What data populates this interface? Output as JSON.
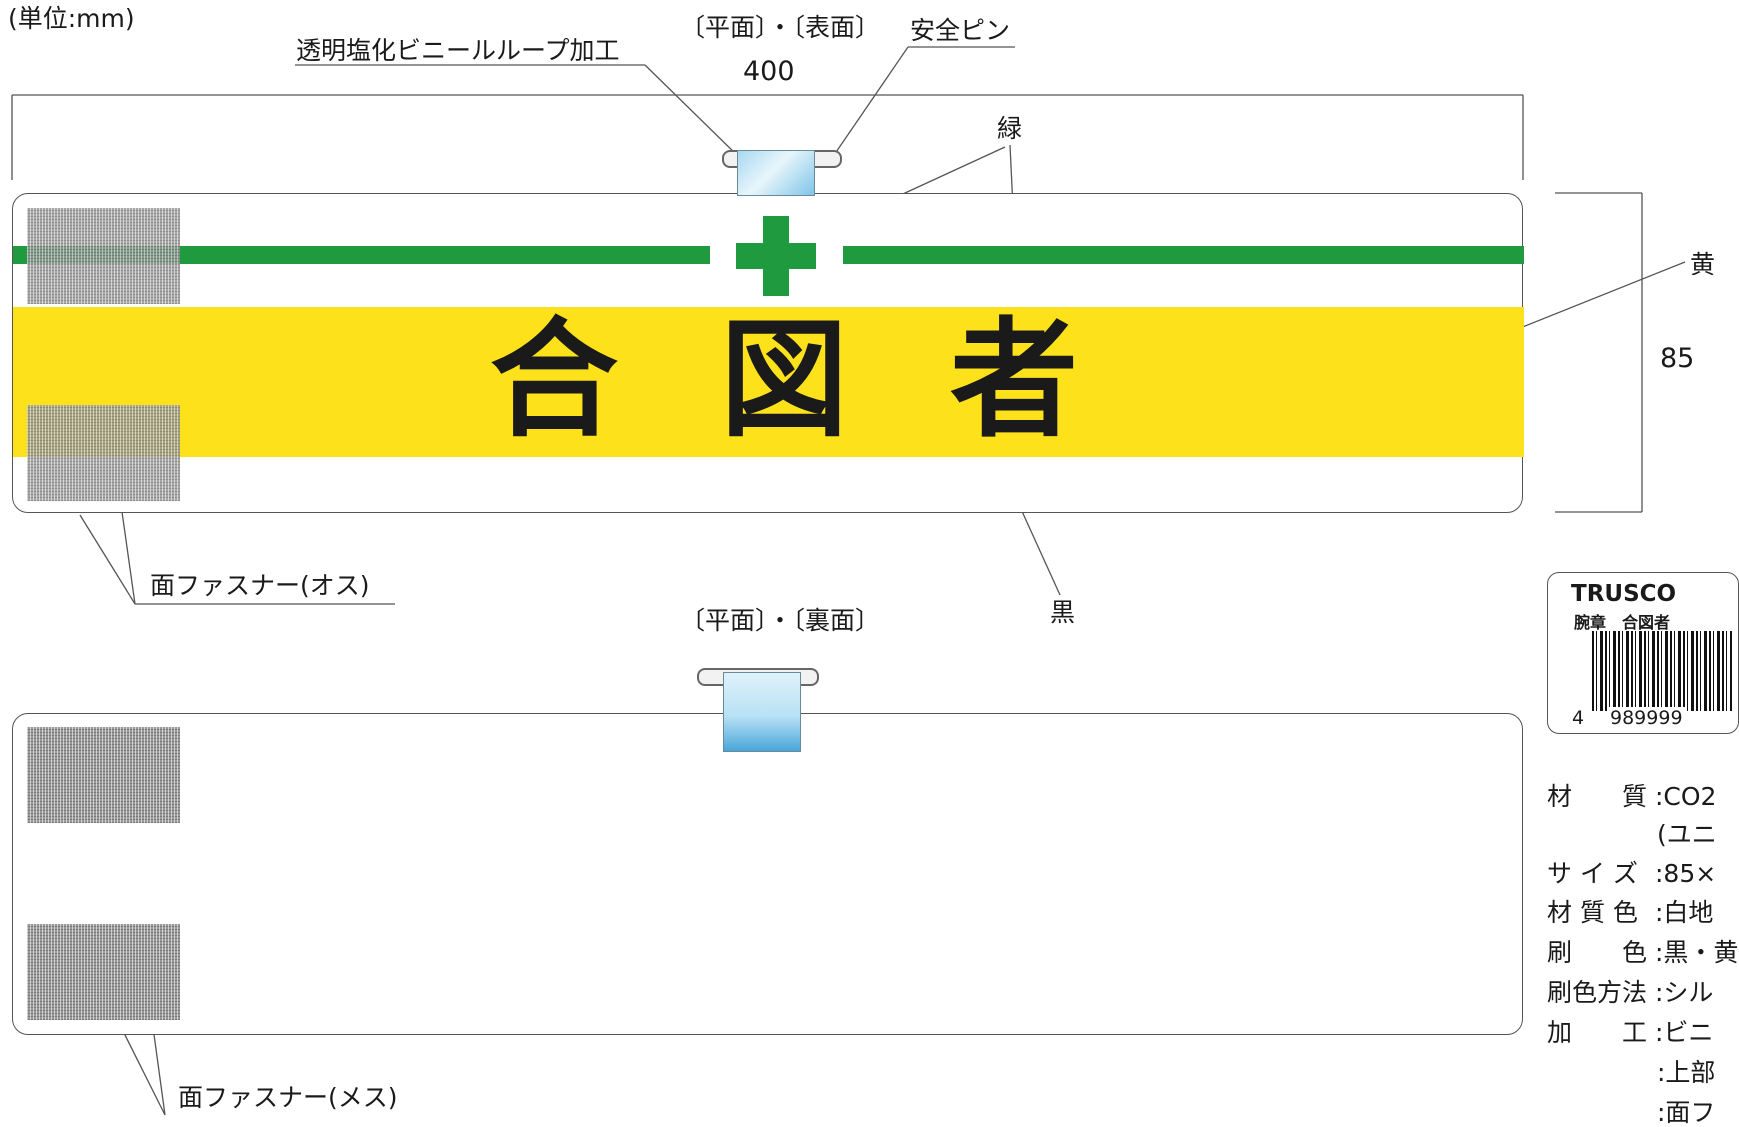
{
  "unit_note": "(単位:mm)",
  "front": {
    "view_label": "〔平面〕・〔表面〕",
    "width_dim": "400",
    "height_dim": "85",
    "main_text": [
      "合",
      "図",
      "者"
    ],
    "callouts": {
      "loop": "透明塩化ビニールループ加工",
      "pin": "安全ピン",
      "green": "緑",
      "yellow": "黄",
      "black": "黒",
      "velcro_male": "面ファスナー(オス)"
    }
  },
  "back": {
    "view_label": "〔平面〕・〔裏面〕",
    "callouts": {
      "velcro_female": "面ファスナー(メス)"
    }
  },
  "package_label": {
    "brand": "TRUSCO",
    "product": "腕章　合図者",
    "barcode_digits": [
      "4",
      "989999"
    ]
  },
  "specs": [
    {
      "key": "材　　質",
      "value": ":CO2"
    },
    {
      "key": "",
      "value": "(ユニ"
    },
    {
      "key": "サ イ ズ",
      "value": ":85×"
    },
    {
      "key": "材 質 色",
      "value": ":白地"
    },
    {
      "key": "刷　　色",
      "value": ":黒・黄"
    },
    {
      "key": "刷色方法",
      "value": ":シル"
    },
    {
      "key": "加　　工",
      "value": ":ビニ"
    },
    {
      "key": "",
      "value": ":上部"
    },
    {
      "key": "",
      "value": ":面フ"
    }
  ],
  "colors": {
    "green": "#1f9a3e",
    "yellow": "#fde11b",
    "black": "#1a1a1a",
    "outline": "#555555"
  }
}
